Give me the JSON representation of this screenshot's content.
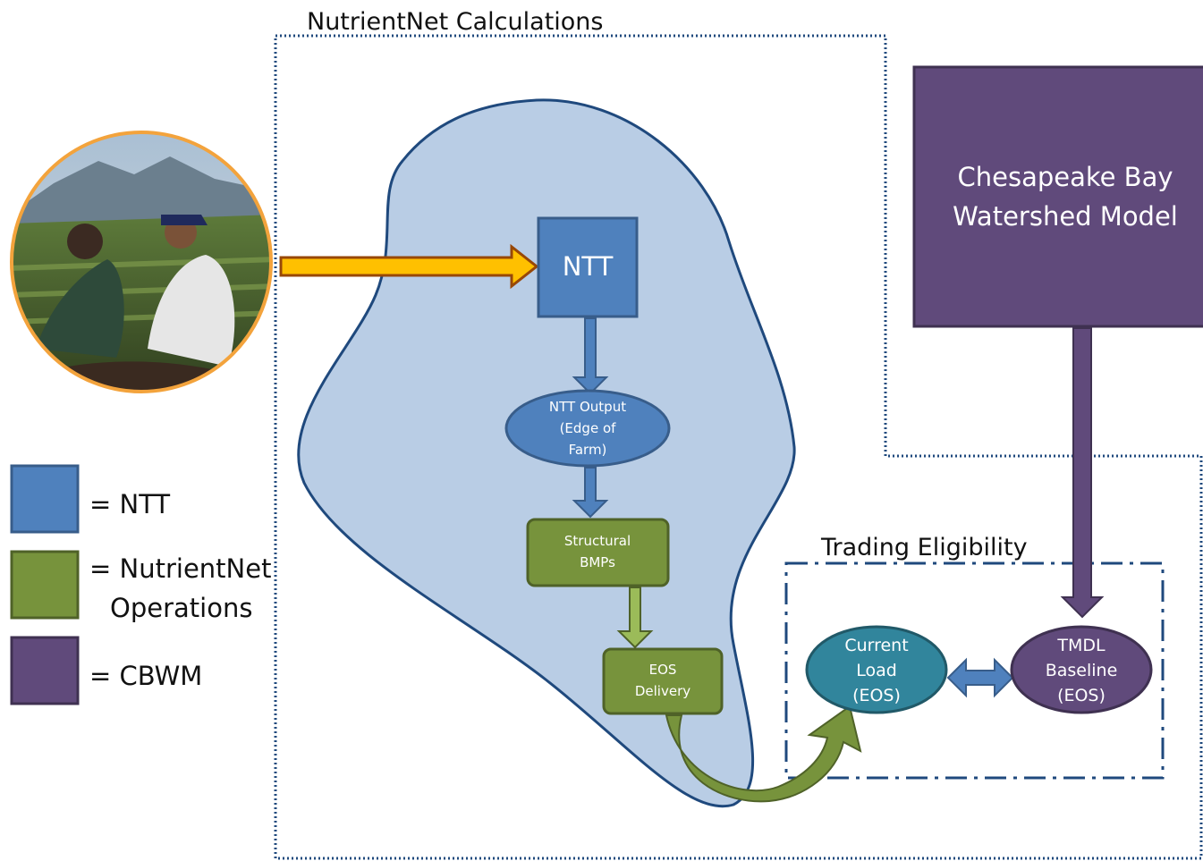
{
  "regions": {
    "nutrientnet_title": "NutrientNet Calculations",
    "trading_title": "Trading Eligibility"
  },
  "nodes": {
    "ntt": "NTT",
    "ntt_output": [
      "NTT Output",
      "(Edge of",
      "Farm)"
    ],
    "structural_bmps": [
      "Structural",
      "BMPs"
    ],
    "eos_delivery": [
      "EOS",
      "Delivery"
    ],
    "current_load": [
      "Current",
      "Load",
      "(EOS)"
    ],
    "tmdl_baseline": [
      "TMDL",
      "Baseline",
      "(EOS)"
    ],
    "cbwm": [
      "Chesapeake Bay",
      "Watershed Model"
    ]
  },
  "legend": [
    {
      "color": "#4f81bd",
      "label": [
        "= NTT"
      ]
    },
    {
      "color": "#77933c",
      "label": [
        "= NutrientNet",
        "Operations"
      ]
    },
    {
      "color": "#604a7b",
      "label": [
        "= CBWM"
      ]
    }
  ],
  "colors": {
    "ntt_blue": "#4f81bd",
    "operations_green": "#77933c",
    "cbwm_purple": "#604a7b",
    "current_load_teal": "#31859c",
    "blob_fill": "#b9cde5",
    "region_border": "#1f497d",
    "arrow_orange": "#ffc000"
  },
  "photo": {
    "icon": "farmers-in-field-photo"
  }
}
